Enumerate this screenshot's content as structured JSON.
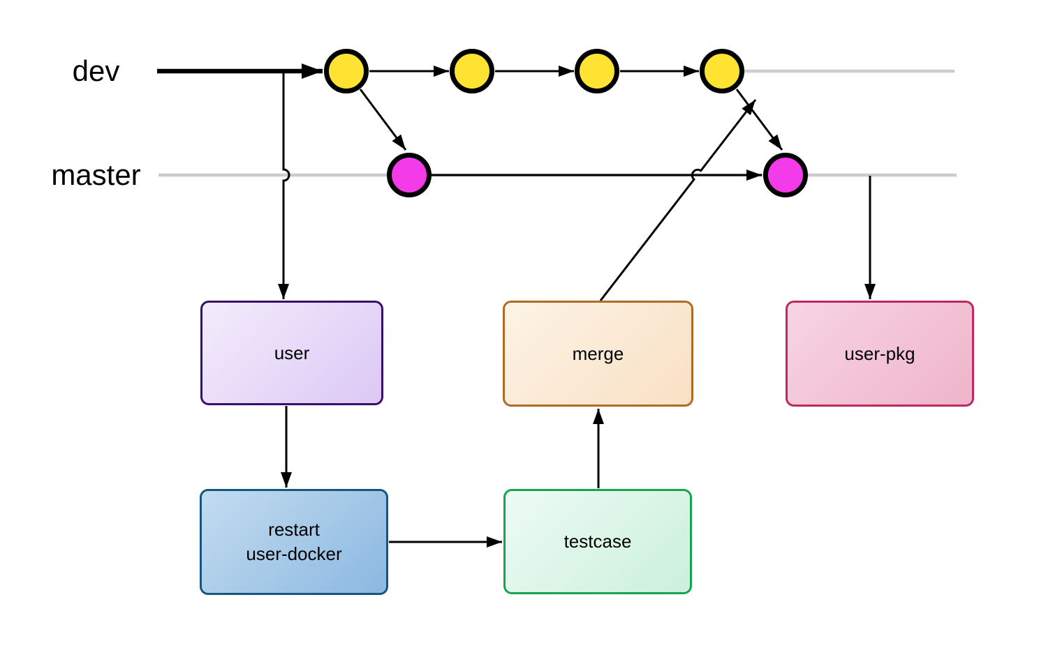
{
  "branches": [
    {
      "label": "dev",
      "commits": 4,
      "commit_color": "#FFE333",
      "track_color": "#CCCCCC"
    },
    {
      "label": "master",
      "commits": 2,
      "commit_color": "#F43BE9",
      "track_color": "#CCCCCC"
    }
  ],
  "nodes": {
    "user": {
      "label": "user",
      "fill": "#DCC8F5",
      "border": "#36106A"
    },
    "merge": {
      "label": "merge",
      "fill": "#F9E0C4",
      "border": "#AF6B24"
    },
    "user_pkg": {
      "label": "user-pkg",
      "fill": "#EFB4CA",
      "border": "#BE2762"
    },
    "restart_user_docker": {
      "line1": "restart",
      "line2": "user-docker",
      "fill": "#8CB8E0",
      "border": "#14567F"
    },
    "testcase": {
      "label": "testcase",
      "fill": "#CBF0DC",
      "border": "#17A350"
    }
  },
  "edges": [
    {
      "from": "dev branch",
      "to": "user"
    },
    {
      "from": "user",
      "to": "restart user-docker"
    },
    {
      "from": "restart user-docker",
      "to": "testcase"
    },
    {
      "from": "testcase",
      "to": "merge"
    },
    {
      "from": "merge",
      "to": "dev branch (merge point)"
    },
    {
      "from": "dev commit 1",
      "to": "master commit 1"
    },
    {
      "from": "dev commit 4",
      "to": "master commit 2"
    },
    {
      "from": "master branch",
      "to": "user-pkg"
    }
  ],
  "colors": {
    "background": "#FFFFFF",
    "edge_black": "#000000",
    "track_gray": "#CCCCCC"
  }
}
